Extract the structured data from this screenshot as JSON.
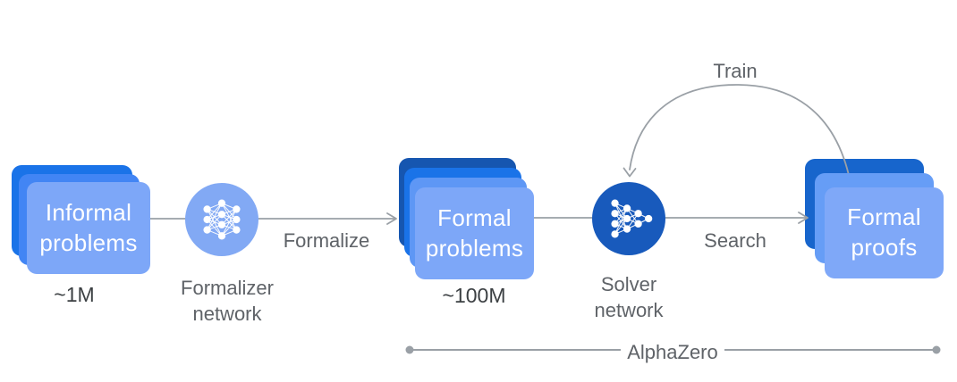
{
  "colors": {
    "background": "#ffffff",
    "connector": "#9aa0a6",
    "card_text": "#ffffff",
    "count_text": "#3c4043",
    "label_text": "#5f6368",
    "informal_stack": [
      "#1a73e8",
      "#4285f4",
      "#7da7f8"
    ],
    "formal_problems_stack": [
      "#1656b0",
      "#1a73e8",
      "#5e97f5",
      "#7da7f8"
    ],
    "formal_proofs_stack": [
      "#1765cc",
      "#669df6",
      "#7fa8f8"
    ],
    "formalizer_circle": "#82a9f4",
    "solver_circle": "#185abc"
  },
  "nodes": {
    "informal_problems": {
      "label": "Informal\nproblems",
      "count": "~1M"
    },
    "formalizer": {
      "label": "Formalizer\nnetwork",
      "icon": "neural-network-icon"
    },
    "formal_problems": {
      "label": "Formal\nproblems",
      "count": "~100M"
    },
    "solver": {
      "label": "Solver\nnetwork",
      "icon": "neural-network-icon"
    },
    "formal_proofs": {
      "label": "Formal\nproofs"
    }
  },
  "edges": {
    "formalize_label": "Formalize",
    "search_label": "Search",
    "train_label": "Train"
  },
  "bracket": {
    "label": "AlphaZero"
  }
}
